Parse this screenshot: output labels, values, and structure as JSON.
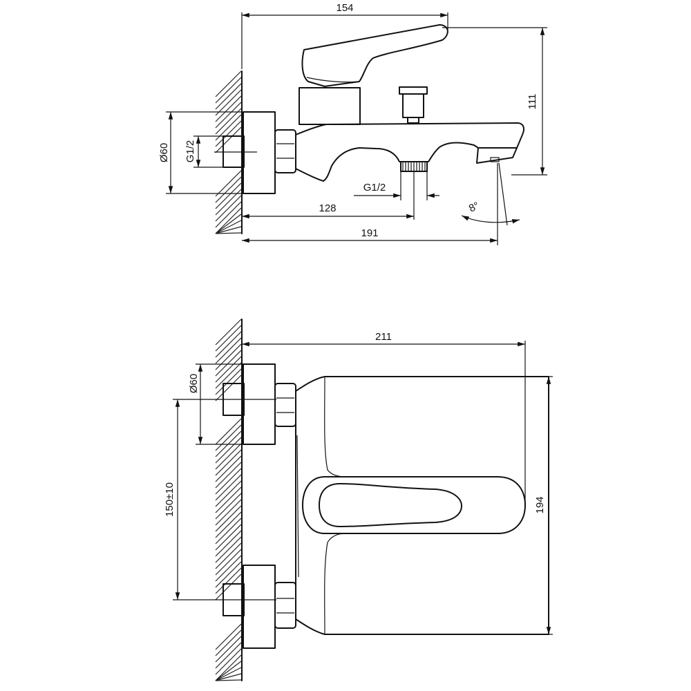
{
  "side_view": {
    "dims": {
      "width_top": "154",
      "height": "111",
      "wall_dia": "Ø60",
      "inlet_thread": "G1/2",
      "outlet_thread": "G1/2",
      "outlet_offset": "128",
      "total_length": "191",
      "spout_angle": "8°"
    }
  },
  "top_view": {
    "dims": {
      "length": "211",
      "width": "194",
      "flange_dia": "Ø60",
      "center_distance": "150±10"
    }
  }
}
